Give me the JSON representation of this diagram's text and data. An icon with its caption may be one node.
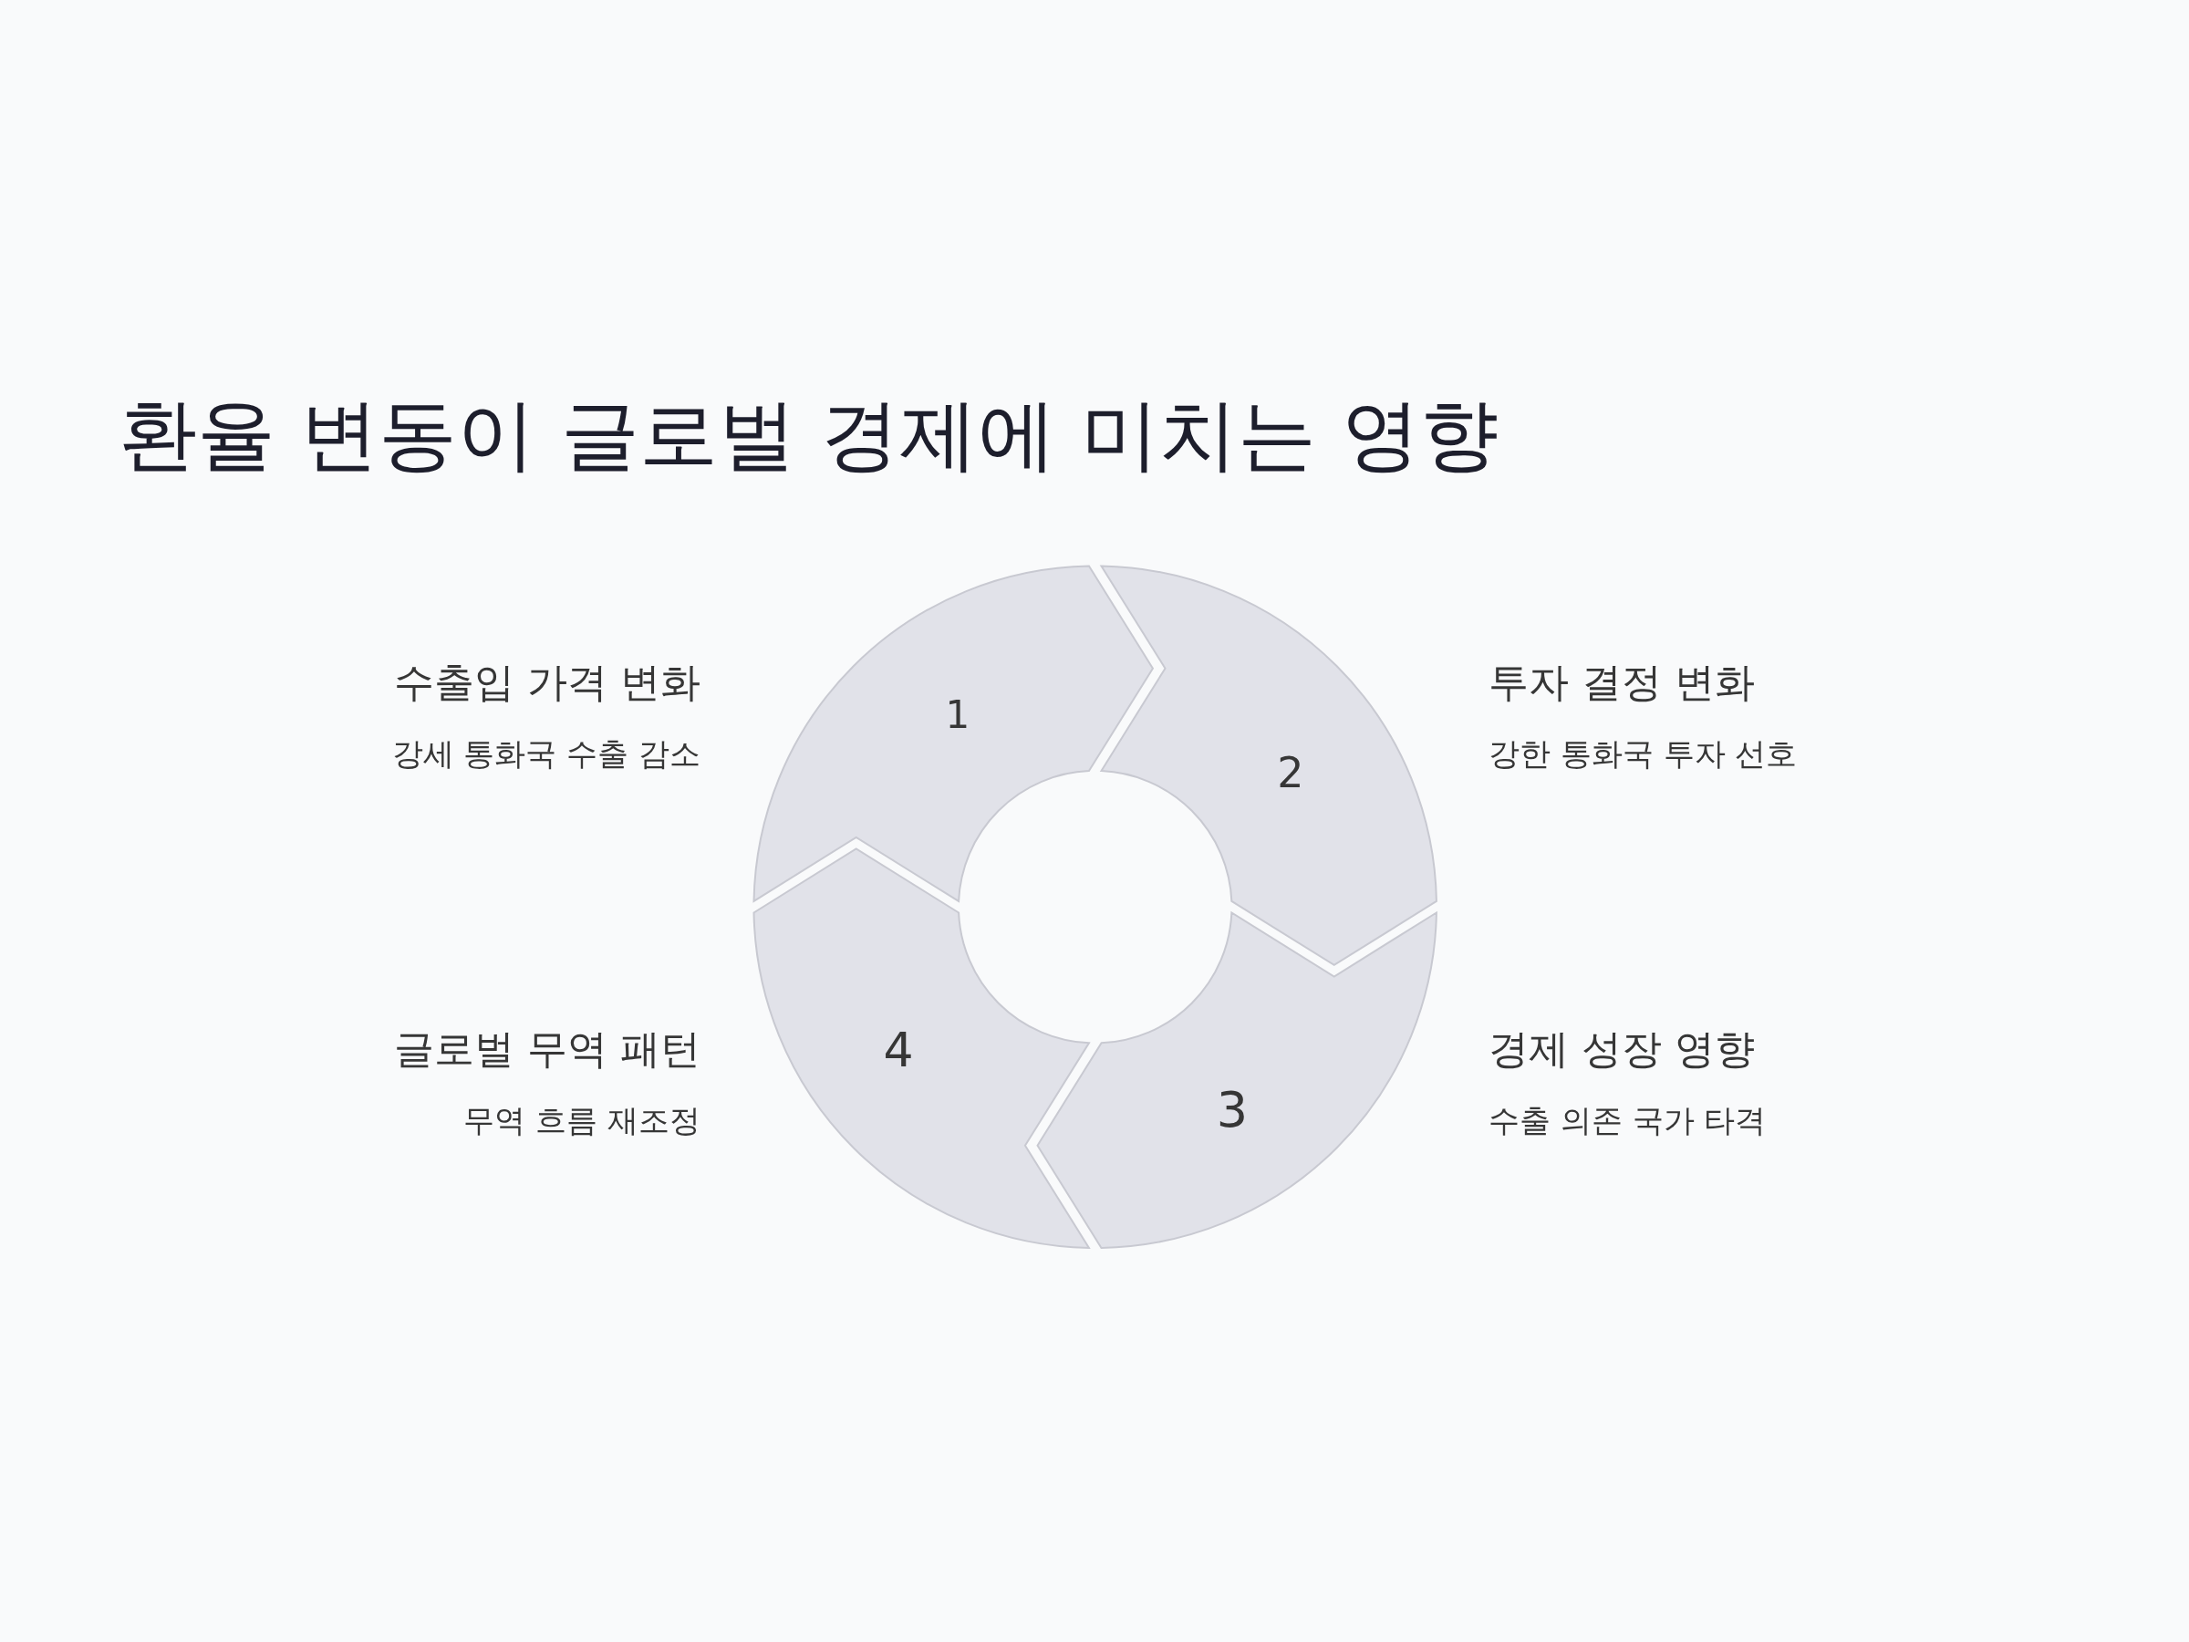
{
  "diagram": {
    "title": "환율 변동이 글로벌 경제에 미치는 영향",
    "nodes": [
      {
        "text": [
          "1"
        ],
        "beside": [
          "수출입 가격 변화",
          "강세 통화국 수출 감소"
        ]
      },
      {
        "text": [
          "2"
        ],
        "beside": [
          "투자 결정 변화",
          "강한 통화국 투자 선호"
        ]
      },
      {
        "text": [
          "3"
        ],
        "beside": [
          "경제 성장 영향",
          "수출 의존 국가 타격"
        ]
      },
      {
        "text": [
          "4"
        ],
        "beside": [
          "글로벌 무역 패턴",
          "무역 흐름 재조정"
        ]
      }
    ]
  }
}
